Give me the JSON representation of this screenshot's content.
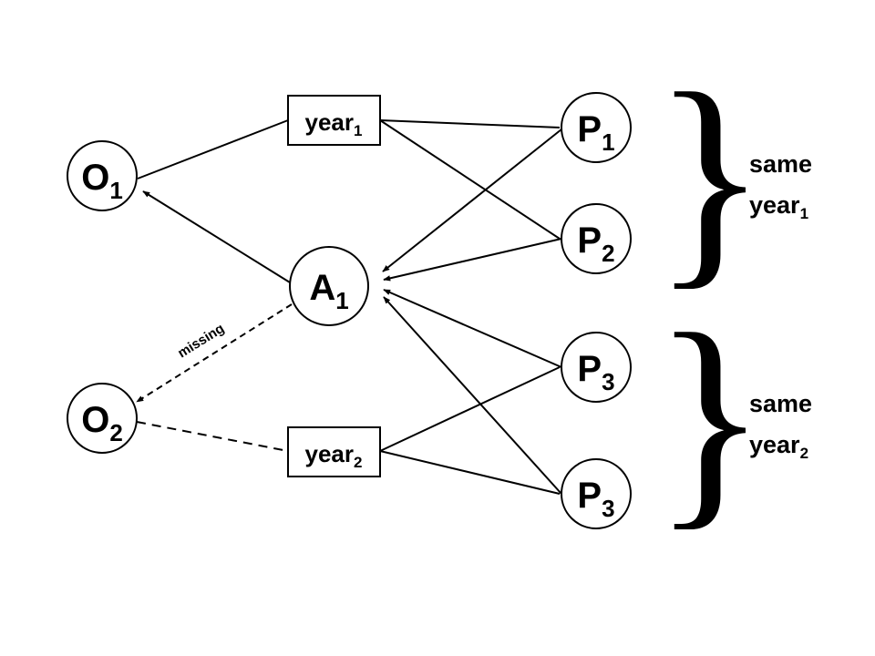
{
  "nodes": {
    "O1": {
      "main": "O",
      "sub": "1"
    },
    "O2": {
      "main": "O",
      "sub": "2"
    },
    "A1": {
      "main": "A",
      "sub": "1"
    },
    "P1": {
      "main": "P",
      "sub": "1"
    },
    "P2": {
      "main": "P",
      "sub": "2"
    },
    "P3a": {
      "main": "P",
      "sub": "3"
    },
    "P3b": {
      "main": "P",
      "sub": "3"
    }
  },
  "boxes": {
    "year1": {
      "main": "year",
      "sub": "1"
    },
    "year2": {
      "main": "year",
      "sub": "2"
    }
  },
  "edge_labels": {
    "missing": "missing"
  },
  "groups": {
    "top": {
      "line1": "same",
      "line2_main": "year",
      "line2_sub": "1"
    },
    "bottom": {
      "line1": "same",
      "line2_main": "year",
      "line2_sub": "2"
    }
  },
  "brace_glyph": "}"
}
